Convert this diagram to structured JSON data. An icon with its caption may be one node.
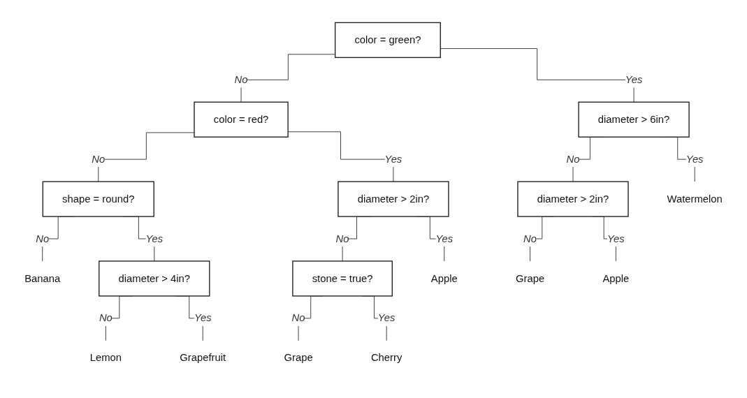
{
  "diagram": {
    "nodes": [
      {
        "text": [
          "color = green?"
        ]
      },
      {
        "text": [
          "color = red?"
        ]
      },
      {
        "text": [
          "diameter > 6in?"
        ]
      },
      {
        "text": [
          "shape = round?"
        ]
      },
      {
        "text": [
          "diameter > 2in?"
        ]
      },
      {
        "text": [
          "diameter > 2in?"
        ]
      },
      {
        "text": [
          "Watermelon"
        ]
      },
      {
        "text": [
          "Banana"
        ]
      },
      {
        "text": [
          "diameter > 4in?"
        ]
      },
      {
        "text": [
          "stone = true?"
        ]
      },
      {
        "text": [
          "Apple"
        ]
      },
      {
        "text": [
          "Grape"
        ]
      },
      {
        "text": [
          "Apple"
        ]
      },
      {
        "text": [
          "Lemon"
        ]
      },
      {
        "text": [
          "Grapefruit"
        ]
      },
      {
        "text": [
          "Grape"
        ]
      },
      {
        "text": [
          "Cherry"
        ]
      }
    ],
    "edges": [
      {
        "from": 0,
        "to": 1,
        "arrow": "none",
        "label": "No"
      },
      {
        "from": 0,
        "to": 2,
        "arrow": "none",
        "label": "Yes"
      },
      {
        "from": 1,
        "to": 3,
        "arrow": "none",
        "label": "No"
      },
      {
        "from": 1,
        "to": 4,
        "arrow": "none",
        "label": "Yes"
      },
      {
        "from": 2,
        "to": 5,
        "arrow": "none",
        "label": "No"
      },
      {
        "from": 2,
        "to": 6,
        "arrow": "none",
        "label": "Yes"
      },
      {
        "from": 3,
        "to": 7,
        "arrow": "none",
        "label": "No"
      },
      {
        "from": 3,
        "to": 8,
        "arrow": "none",
        "label": "Yes"
      },
      {
        "from": 4,
        "to": 9,
        "arrow": "none",
        "label": "No"
      },
      {
        "from": 4,
        "to": 10,
        "arrow": "none",
        "label": "Yes"
      },
      {
        "from": 5,
        "to": 11,
        "arrow": "none",
        "label": "No"
      },
      {
        "from": 5,
        "to": 12,
        "arrow": "none",
        "label": "Yes"
      },
      {
        "from": 8,
        "to": 13,
        "arrow": "none",
        "label": "No"
      },
      {
        "from": 8,
        "to": 14,
        "arrow": "none",
        "label": "Yes"
      },
      {
        "from": 9,
        "to": 15,
        "arrow": "none",
        "label": "No"
      },
      {
        "from": 9,
        "to": 16,
        "arrow": "none",
        "label": "Yes"
      }
    ]
  }
}
